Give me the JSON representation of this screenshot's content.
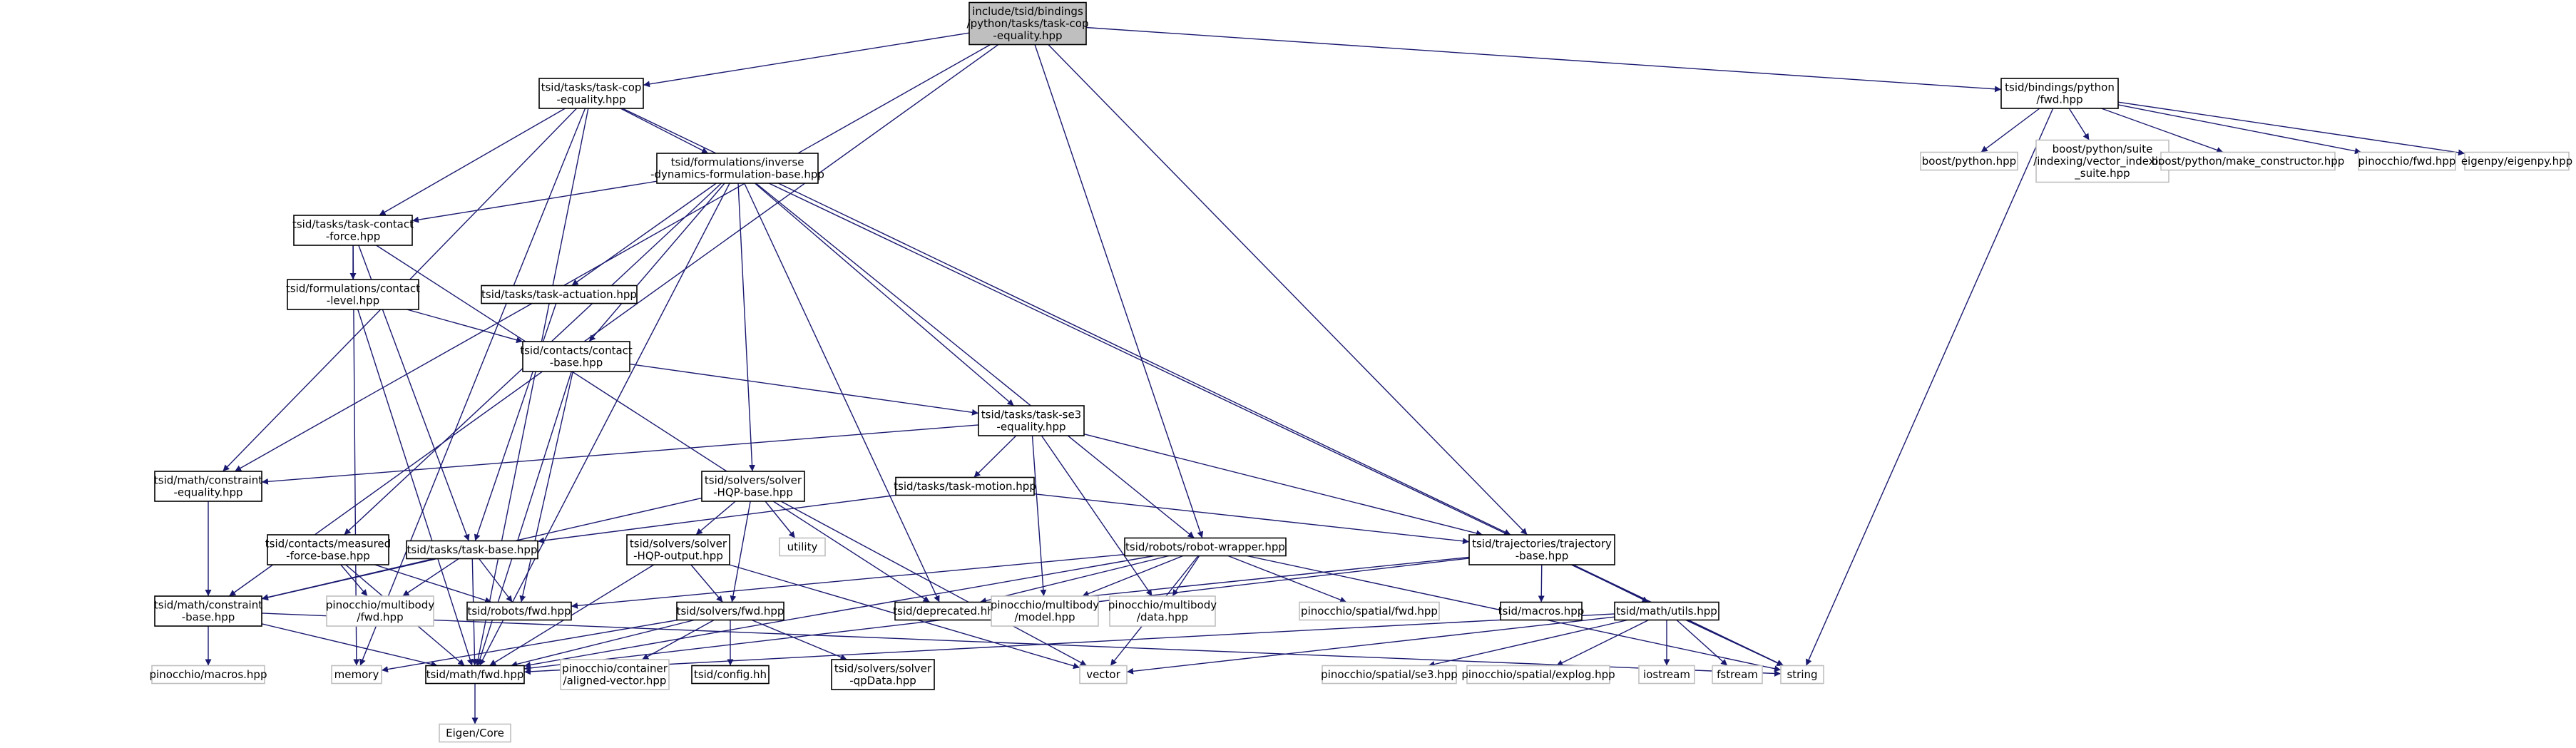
{
  "colors": {
    "edge": "#191970",
    "node_border": "#000000",
    "external_border": "#bfbfbf",
    "root_fill": "#bfbfbf",
    "node_fill": "#ffffff",
    "text": "#000000"
  },
  "nodes": [
    {
      "id": "root",
      "lines": [
        "include/tsid/bindings",
        "/python/tasks/task-cop",
        "-equality.hpp"
      ],
      "kind": "root"
    },
    {
      "id": "task_cop",
      "lines": [
        "tsid/tasks/task-cop",
        "-equality.hpp"
      ],
      "kind": "internal"
    },
    {
      "id": "bind_fwd",
      "lines": [
        "tsid/bindings/python",
        "/fwd.hpp"
      ],
      "kind": "internal"
    },
    {
      "id": "inv_dyn",
      "lines": [
        "tsid/formulations/inverse",
        "-dynamics-formulation-base.hpp"
      ],
      "kind": "internal"
    },
    {
      "id": "contact_force",
      "lines": [
        "tsid/tasks/task-contact",
        "-force.hpp"
      ],
      "kind": "internal"
    },
    {
      "id": "form_contact",
      "lines": [
        "tsid/formulations/contact",
        "-level.hpp"
      ],
      "kind": "internal"
    },
    {
      "id": "actuation",
      "lines": [
        "tsid/tasks/task-actuation.hpp"
      ],
      "kind": "internal"
    },
    {
      "id": "contact_base",
      "lines": [
        "tsid/contacts/contact",
        "-base.hpp"
      ],
      "kind": "internal"
    },
    {
      "id": "se3",
      "lines": [
        "tsid/tasks/task-se3",
        "-equality.hpp"
      ],
      "kind": "internal"
    },
    {
      "id": "constraint_eq",
      "lines": [
        "tsid/math/constraint",
        "-equality.hpp"
      ],
      "kind": "internal"
    },
    {
      "id": "solver_base",
      "lines": [
        "tsid/solvers/solver",
        "-HQP-base.hpp"
      ],
      "kind": "internal"
    },
    {
      "id": "task_motion",
      "lines": [
        "tsid/tasks/task-motion.hpp"
      ],
      "kind": "internal"
    },
    {
      "id": "utility",
      "lines": [
        "utility"
      ],
      "kind": "external"
    },
    {
      "id": "measured",
      "lines": [
        "tsid/contacts/measured",
        "-force-base.hpp"
      ],
      "kind": "internal"
    },
    {
      "id": "task_base",
      "lines": [
        "tsid/tasks/task-base.hpp"
      ],
      "kind": "internal"
    },
    {
      "id": "solver_out",
      "lines": [
        "tsid/solvers/solver",
        "-HQP-output.hpp"
      ],
      "kind": "internal"
    },
    {
      "id": "robot_wrapper",
      "lines": [
        "tsid/robots/robot-wrapper.hpp"
      ],
      "kind": "internal"
    },
    {
      "id": "trajectory",
      "lines": [
        "tsid/trajectories/trajectory",
        "-base.hpp"
      ],
      "kind": "internal"
    },
    {
      "id": "constraint_base",
      "lines": [
        "tsid/math/constraint",
        "-base.hpp"
      ],
      "kind": "internal"
    },
    {
      "id": "pin_mb_fwd",
      "lines": [
        "pinocchio/multibody",
        "/fwd.hpp"
      ],
      "kind": "external"
    },
    {
      "id": "robots_fwd",
      "lines": [
        "tsid/robots/fwd.hpp"
      ],
      "kind": "internal"
    },
    {
      "id": "solvers_fwd",
      "lines": [
        "tsid/solvers/fwd.hpp"
      ],
      "kind": "internal"
    },
    {
      "id": "deprecated",
      "lines": [
        "tsid/deprecated.hh"
      ],
      "kind": "internal"
    },
    {
      "id": "pin_model",
      "lines": [
        "pinocchio/multibody",
        "/model.hpp"
      ],
      "kind": "external"
    },
    {
      "id": "pin_data",
      "lines": [
        "pinocchio/multibody",
        "/data.hpp"
      ],
      "kind": "external"
    },
    {
      "id": "pin_spatial_fwd",
      "lines": [
        "pinocchio/spatial/fwd.hpp"
      ],
      "kind": "external"
    },
    {
      "id": "macros",
      "lines": [
        "tsid/macros.hpp"
      ],
      "kind": "internal"
    },
    {
      "id": "math_utils",
      "lines": [
        "tsid/math/utils.hpp"
      ],
      "kind": "internal"
    },
    {
      "id": "pin_macros",
      "lines": [
        "pinocchio/macros.hpp"
      ],
      "kind": "external"
    },
    {
      "id": "memory",
      "lines": [
        "memory"
      ],
      "kind": "external"
    },
    {
      "id": "math_fwd",
      "lines": [
        "tsid/math/fwd.hpp"
      ],
      "kind": "internal"
    },
    {
      "id": "aligned",
      "lines": [
        "pinocchio/container",
        "/aligned-vector.hpp"
      ],
      "kind": "external"
    },
    {
      "id": "config",
      "lines": [
        "tsid/config.hh"
      ],
      "kind": "internal"
    },
    {
      "id": "qpdata",
      "lines": [
        "tsid/solvers/solver",
        "-qpData.hpp"
      ],
      "kind": "internal"
    },
    {
      "id": "vector",
      "lines": [
        "vector"
      ],
      "kind": "external"
    },
    {
      "id": "se3_hpp",
      "lines": [
        "pinocchio/spatial/se3.hpp"
      ],
      "kind": "external"
    },
    {
      "id": "explog",
      "lines": [
        "pinocchio/spatial/explog.hpp"
      ],
      "kind": "external"
    },
    {
      "id": "iostream",
      "lines": [
        "iostream"
      ],
      "kind": "external"
    },
    {
      "id": "fstream",
      "lines": [
        "fstream"
      ],
      "kind": "external"
    },
    {
      "id": "string",
      "lines": [
        "string"
      ],
      "kind": "external"
    },
    {
      "id": "boost_python",
      "lines": [
        "boost/python.hpp"
      ],
      "kind": "external"
    },
    {
      "id": "boost_suite",
      "lines": [
        "boost/python/suite",
        "/indexing/vector_indexing",
        "_suite.hpp"
      ],
      "kind": "external"
    },
    {
      "id": "boost_make",
      "lines": [
        "boost/python/make_constructor.hpp"
      ],
      "kind": "external"
    },
    {
      "id": "pin_fwd",
      "lines": [
        "pinocchio/fwd.hpp"
      ],
      "kind": "external"
    },
    {
      "id": "eigenpy",
      "lines": [
        "eigenpy/eigenpy.hpp"
      ],
      "kind": "external"
    },
    {
      "id": "eigen_core",
      "lines": [
        "Eigen/Core"
      ],
      "kind": "external"
    }
  ],
  "edges": [
    [
      "root",
      "task_cop"
    ],
    [
      "root",
      "bind_fwd"
    ],
    [
      "root",
      "constraint_eq"
    ],
    [
      "root",
      "constraint_base"
    ],
    [
      "root",
      "robot_wrapper"
    ],
    [
      "root",
      "trajectory"
    ],
    [
      "task_cop",
      "inv_dyn"
    ],
    [
      "task_cop",
      "contact_force"
    ],
    [
      "task_cop",
      "constraint_eq"
    ],
    [
      "task_cop",
      "trajectory"
    ],
    [
      "task_cop",
      "memory"
    ],
    [
      "task_cop",
      "math_fwd"
    ],
    [
      "inv_dyn",
      "contact_force"
    ],
    [
      "inv_dyn",
      "actuation"
    ],
    [
      "inv_dyn",
      "contact_base"
    ],
    [
      "inv_dyn",
      "se3"
    ],
    [
      "inv_dyn",
      "solver_base"
    ],
    [
      "inv_dyn",
      "measured"
    ],
    [
      "inv_dyn",
      "robot_wrapper"
    ],
    [
      "inv_dyn",
      "deprecated"
    ],
    [
      "inv_dyn",
      "math_fwd"
    ],
    [
      "inv_dyn",
      "string"
    ],
    [
      "contact_force",
      "form_contact"
    ],
    [
      "contact_force",
      "task_base"
    ],
    [
      "contact_force",
      "deprecated"
    ],
    [
      "contact_force",
      "memory"
    ],
    [
      "form_contact",
      "contact_base"
    ],
    [
      "form_contact",
      "math_fwd"
    ],
    [
      "actuation",
      "task_base"
    ],
    [
      "contact_base",
      "se3"
    ],
    [
      "contact_base",
      "robots_fwd"
    ],
    [
      "contact_base",
      "math_fwd"
    ],
    [
      "se3",
      "constraint_eq"
    ],
    [
      "se3",
      "task_motion"
    ],
    [
      "se3",
      "trajectory"
    ],
    [
      "se3",
      "pin_model"
    ],
    [
      "se3",
      "pin_data"
    ],
    [
      "constraint_eq",
      "constraint_base"
    ],
    [
      "solver_base",
      "utility"
    ],
    [
      "solver_base",
      "solver_out"
    ],
    [
      "solver_base",
      "solvers_fwd"
    ],
    [
      "solver_base",
      "constraint_base"
    ],
    [
      "solver_base",
      "vector"
    ],
    [
      "task_motion",
      "task_base"
    ],
    [
      "task_motion",
      "trajectory"
    ],
    [
      "measured",
      "pin_mb_fwd"
    ],
    [
      "measured",
      "math_fwd"
    ],
    [
      "measured",
      "robots_fwd"
    ],
    [
      "task_base",
      "constraint_base"
    ],
    [
      "task_base",
      "pin_mb_fwd"
    ],
    [
      "task_base",
      "robots_fwd"
    ],
    [
      "task_base",
      "math_fwd"
    ],
    [
      "solver_out",
      "solvers_fwd"
    ],
    [
      "solver_out",
      "math_fwd"
    ],
    [
      "solver_out",
      "vector"
    ],
    [
      "robot_wrapper",
      "deprecated"
    ],
    [
      "robot_wrapper",
      "pin_model"
    ],
    [
      "robot_wrapper",
      "pin_data"
    ],
    [
      "robot_wrapper",
      "pin_spatial_fwd"
    ],
    [
      "robot_wrapper",
      "robots_fwd"
    ],
    [
      "robot_wrapper",
      "math_fwd"
    ],
    [
      "robot_wrapper",
      "string"
    ],
    [
      "robot_wrapper",
      "vector"
    ],
    [
      "trajectory",
      "macros"
    ],
    [
      "trajectory",
      "math_utils"
    ],
    [
      "trajectory",
      "deprecated"
    ],
    [
      "trajectory",
      "math_fwd"
    ],
    [
      "trajectory",
      "string"
    ],
    [
      "constraint_base",
      "pin_macros"
    ],
    [
      "constraint_base",
      "math_fwd"
    ],
    [
      "constraint_base",
      "string"
    ],
    [
      "solvers_fwd",
      "math_fwd"
    ],
    [
      "solvers_fwd",
      "aligned"
    ],
    [
      "solvers_fwd",
      "config"
    ],
    [
      "solvers_fwd",
      "qpdata"
    ],
    [
      "solvers_fwd",
      "memory"
    ],
    [
      "math_utils",
      "math_fwd"
    ],
    [
      "math_utils",
      "se3_hpp"
    ],
    [
      "math_utils",
      "explog"
    ],
    [
      "math_utils",
      "iostream"
    ],
    [
      "math_utils",
      "fstream"
    ],
    [
      "math_utils",
      "vector"
    ],
    [
      "math_utils",
      "string"
    ],
    [
      "math_fwd",
      "eigen_core"
    ],
    [
      "bind_fwd",
      "boost_python"
    ],
    [
      "bind_fwd",
      "boost_suite"
    ],
    [
      "bind_fwd",
      "boost_make"
    ],
    [
      "bind_fwd",
      "pin_fwd"
    ],
    [
      "bind_fwd",
      "eigenpy"
    ],
    [
      "bind_fwd",
      "string"
    ]
  ]
}
